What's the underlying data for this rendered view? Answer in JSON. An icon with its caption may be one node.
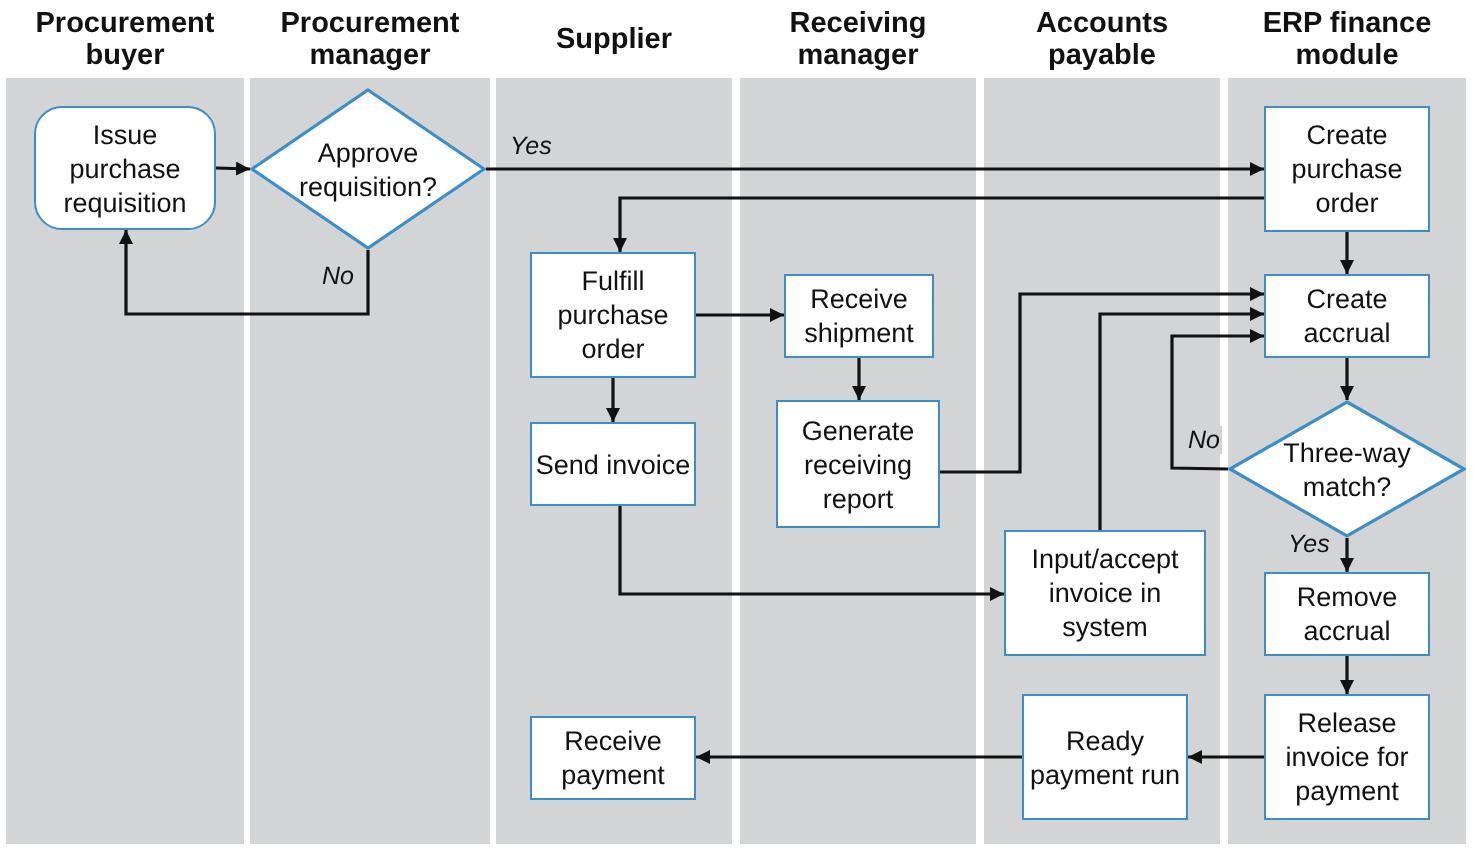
{
  "diagram": {
    "nodes": [
      {
        "text": [
          "Procurement buyer"
        ]
      },
      {
        "text": [
          "Procurement manager"
        ]
      },
      {
        "text": [
          "Supplier"
        ]
      },
      {
        "text": [
          "Receiving manager"
        ]
      },
      {
        "text": [
          "Accounts payable"
        ]
      },
      {
        "text": [
          "ERP finance module"
        ]
      },
      {
        "text": [
          "Issue purchase requisition"
        ],
        "in": 0
      },
      {
        "text": [
          "Approve requisition?"
        ],
        "in": 1
      },
      {
        "text": [
          "Create purchase order"
        ],
        "in": 5
      },
      {
        "text": [
          "Fulfill purchase order"
        ],
        "in": 2
      },
      {
        "text": [
          "Receive shipment"
        ],
        "in": 3
      },
      {
        "text": [
          "Create accrual"
        ],
        "in": 5
      },
      {
        "text": [
          "Send invoice"
        ],
        "in": 2
      },
      {
        "text": [
          "Generate receiving report"
        ],
        "in": 3
      },
      {
        "text": [
          "Three-way match?"
        ],
        "in": 5
      },
      {
        "text": [
          "Input/accept invoice in system"
        ],
        "in": 4
      },
      {
        "text": [
          "Remove accrual"
        ],
        "in": 5
      },
      {
        "text": [
          "Receive payment"
        ],
        "in": 2
      },
      {
        "text": [
          "Ready payment run"
        ],
        "in": 4
      },
      {
        "text": [
          "Release invoice for payment"
        ],
        "in": 5
      }
    ],
    "edges": [
      {
        "from": 6,
        "to": 7,
        "arrow": "to"
      },
      {
        "from": 7,
        "to": 8,
        "arrow": "to",
        "label": "Yes"
      },
      {
        "from": 7,
        "to": 6,
        "arrow": "to",
        "label": "No"
      },
      {
        "from": 8,
        "to": 9,
        "arrow": "to"
      },
      {
        "from": 8,
        "to": 11,
        "arrow": "to"
      },
      {
        "from": 9,
        "to": 10,
        "arrow": "to"
      },
      {
        "from": 9,
        "to": 12,
        "arrow": "to"
      },
      {
        "from": 10,
        "to": 13,
        "arrow": "to"
      },
      {
        "from": 13,
        "to": 11,
        "arrow": "to"
      },
      {
        "from": 15,
        "to": 11,
        "arrow": "to"
      },
      {
        "from": 14,
        "to": 11,
        "arrow": "to",
        "label": "No"
      },
      {
        "from": 11,
        "to": 14,
        "arrow": "to"
      },
      {
        "from": 12,
        "to": 15,
        "arrow": "to"
      },
      {
        "from": 14,
        "to": 16,
        "arrow": "to",
        "label": "Yes"
      },
      {
        "from": 16,
        "to": 19,
        "arrow": "to"
      },
      {
        "from": 19,
        "to": 18,
        "arrow": "to"
      },
      {
        "from": 18,
        "to": 17,
        "arrow": "to"
      }
    ]
  }
}
